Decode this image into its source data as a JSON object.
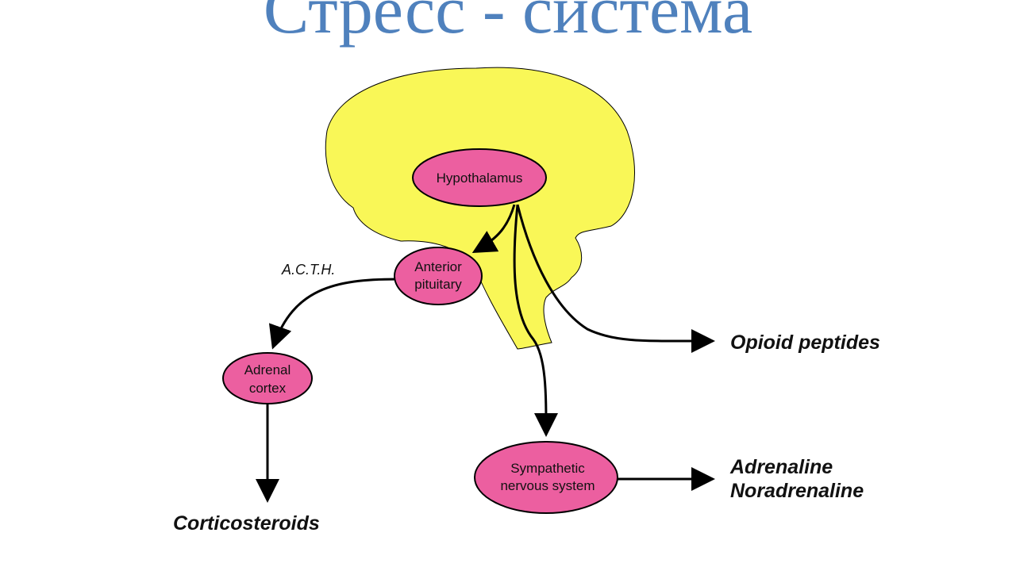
{
  "title": "Стресс - система",
  "colors": {
    "title": "#4f81bd",
    "brain": "#f9f757",
    "node_fill": "#ec5fa0",
    "line": "#000000"
  },
  "nodes": {
    "hypothalamus": "Hypothalamus",
    "anterior_pituitary": [
      "Anterior",
      "pituitary"
    ],
    "adrenal_cortex": [
      "Adrenal",
      "cortex"
    ],
    "sympathetic": [
      "Sympathetic",
      "nervous system"
    ]
  },
  "edge_labels": {
    "acth": "A.C.T.H."
  },
  "outputs": {
    "corticosteroids": "Corticosteroids",
    "opioid": "Opioid peptides",
    "adrenaline": "Adrenaline",
    "noradrenaline": "Noradrenaline"
  }
}
